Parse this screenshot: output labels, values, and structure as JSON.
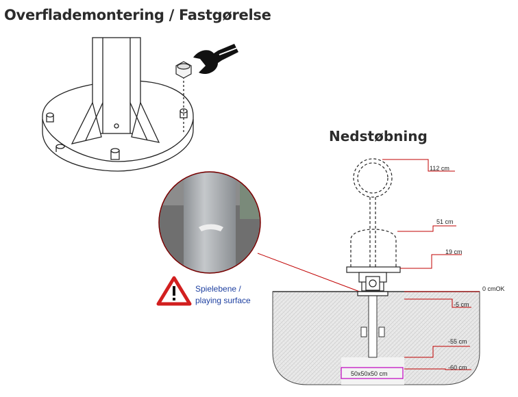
{
  "titles": {
    "surface": "Overflademontering / Fastgørelse",
    "embed": "Nedstøbning"
  },
  "warning": {
    "line1": "Spielebene /",
    "line2": "playing surface"
  },
  "dimensions": {
    "d112": "112 cm",
    "d51": "51 cm",
    "d19": "19 cm",
    "d0": "0 cmOK",
    "dm5": "-5 cm",
    "dm55": "-55 cm",
    "dm60": "-60 cm",
    "block": "50x50x50 cm"
  },
  "colors": {
    "ground": "#e6e6e6",
    "leader": "#c00000",
    "block_outline": "#c000c0",
    "warning_red": "#d21f1f",
    "caption_blue": "#1d3fa0"
  }
}
